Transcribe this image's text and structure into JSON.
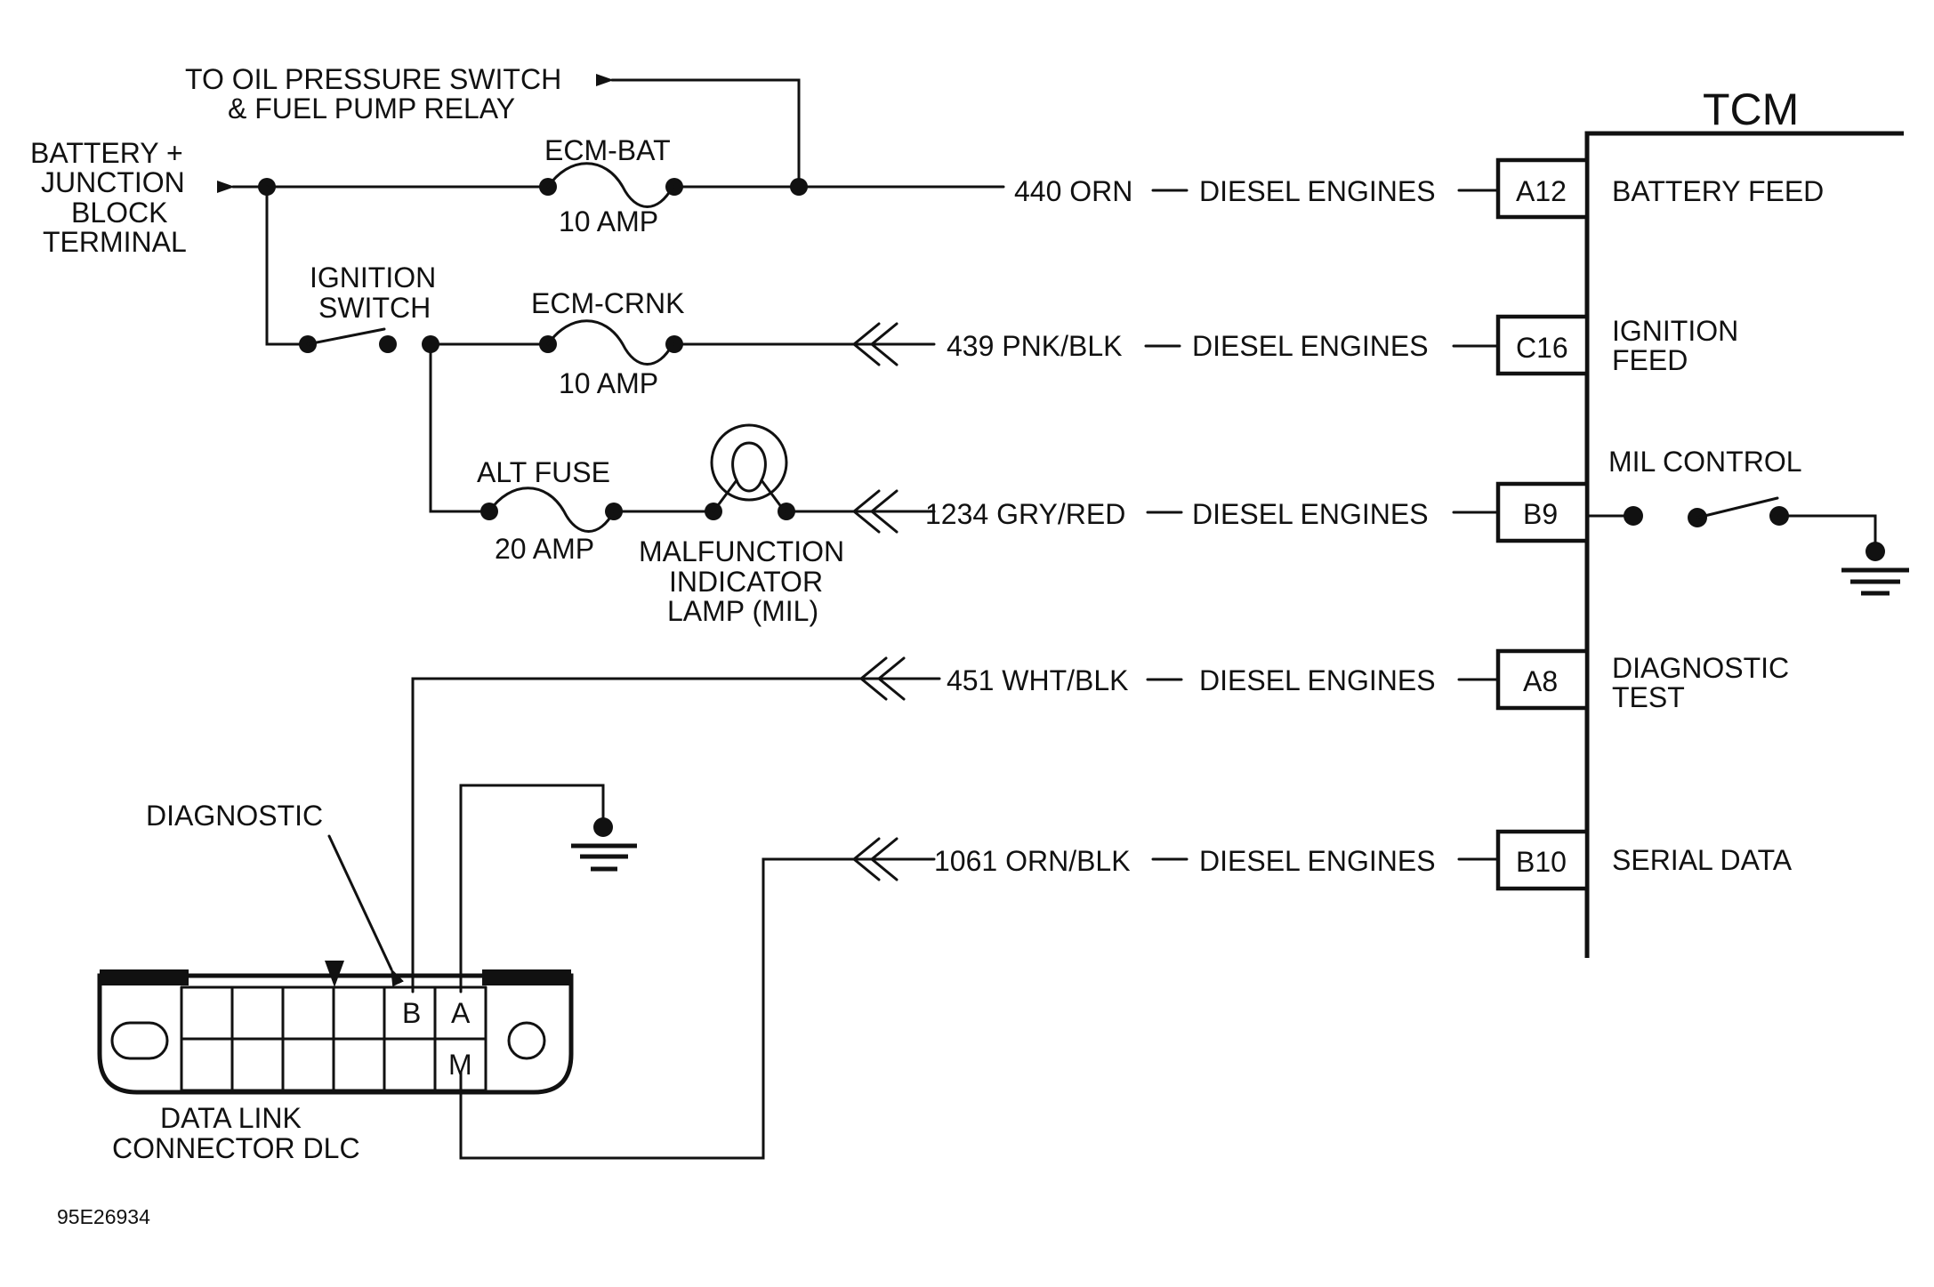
{
  "labels": {
    "oil_pressure_1": "TO OIL PRESSURE SWITCH",
    "oil_pressure_2": "& FUEL PUMP RELAY",
    "battery_1": "BATTERY +",
    "battery_2": "JUNCTION",
    "battery_3": "BLOCK",
    "battery_4": "TERMINAL",
    "ignition_switch_1": "IGNITION",
    "ignition_switch_2": "SWITCH",
    "diagnostic": "DIAGNOSTIC",
    "dlc_1": "DATA LINK",
    "dlc_2": "CONNECTOR DLC",
    "figure_id": "95E26934"
  },
  "fuses": [
    {
      "name": "ECM-BAT",
      "rating": "10 AMP"
    },
    {
      "name": "ECM-CRNK",
      "rating": "10 AMP"
    },
    {
      "name": "ALT FUSE",
      "rating": "20 AMP"
    }
  ],
  "mil": {
    "label_1": "MALFUNCTION",
    "label_2": "INDICATOR",
    "label_3": "LAMP (MIL)"
  },
  "tcm": {
    "title": "TCM",
    "pins": [
      {
        "pin": "A12",
        "wire": "440 ORN",
        "note": "DIESEL ENGINES",
        "func_1": "BATTERY FEED",
        "func_2": ""
      },
      {
        "pin": "C16",
        "wire": "439 PNK/BLK",
        "note": "DIESEL ENGINES",
        "func_1": "IGNITION",
        "func_2": "FEED"
      },
      {
        "pin": "B9",
        "wire": "1234 GRY/RED",
        "note": "DIESEL ENGINES",
        "func_1": "MIL CONTROL",
        "func_2": ""
      },
      {
        "pin": "A8",
        "wire": "451 WHT/BLK",
        "note": "DIESEL ENGINES",
        "func_1": "DIAGNOSTIC",
        "func_2": "TEST"
      },
      {
        "pin": "B10",
        "wire": "1061 ORN/BLK",
        "note": "DIESEL ENGINES",
        "func_1": "SERIAL DATA",
        "func_2": ""
      }
    ]
  },
  "dlc_pins": {
    "b": "B",
    "a": "A",
    "m": "M"
  }
}
